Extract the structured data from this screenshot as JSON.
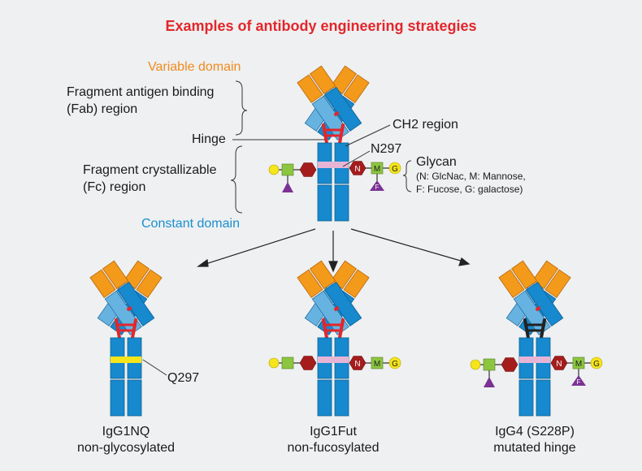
{
  "title": "Examples of antibody engineering strategies",
  "labels": {
    "variable_domain": "Variable domain",
    "fab_line1": "Fragment antigen binding",
    "fab_line2": "(Fab) region",
    "hinge": "Hinge",
    "ch2": "CH2 region",
    "n297": "N297",
    "fc_line1": "Fragment crystallizable",
    "fc_line2": "(Fc) region",
    "constant_domain": "Constant domain",
    "glycan": "Glycan",
    "glycan_legend_line1": "(N: GlcNac, M: Mannose,",
    "glycan_legend_line2": "F: Fucose, G: galactose)",
    "q297": "Q297"
  },
  "sugar_letters": {
    "n": "N",
    "m": "M",
    "f": "F",
    "g": "G"
  },
  "variants": [
    {
      "name": "IgG1NQ",
      "desc": "non-glycosylated"
    },
    {
      "name": "IgG1Fut",
      "desc": "non-fucosylated"
    },
    {
      "name": "IgG4 (S228P)",
      "desc": "mutated hinge"
    }
  ],
  "colors": {
    "variable": "#f39a1b",
    "light_chain": "#66b3e1",
    "heavy_chain": "#1689cf",
    "hinge_igg1": "#e3262b",
    "hinge_igg4": "#222222",
    "ch2_band": "#e6b5d6",
    "mutation_band": "#f5e51a",
    "galactose": "#f5e51a",
    "mannose": "#8cc63f",
    "glcnac": "#a51c1c",
    "fucose": "#7b3294",
    "title": "#e3262b"
  }
}
